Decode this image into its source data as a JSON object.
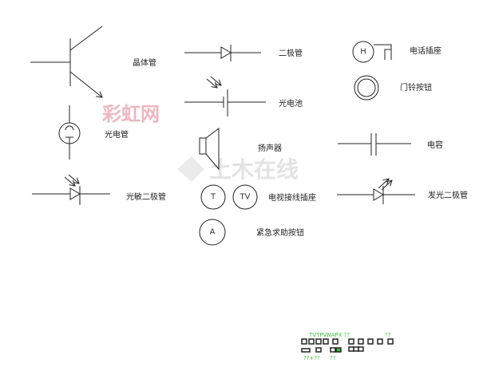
{
  "labels": {
    "transistor": "晶体管",
    "diode": "二极管",
    "photocell": "光电池",
    "phototube": "光电管",
    "speaker": "扬声器",
    "photodiode": "光敏二极管",
    "tv_socket": "电视接线插座",
    "emergency_button": "紧急求助按钮",
    "phone_socket": "电话插座",
    "doorbell_button": "门铃按钮",
    "capacitor": "电容",
    "led": "发光二极管"
  },
  "symbol_letters": {
    "t": "T",
    "tv": "TV",
    "a": "A",
    "h": "H"
  },
  "watermarks": {
    "caihong": "彩虹网",
    "tumu": "土木在线"
  },
  "footer_text": {
    "line1": "TVTPVNAPX ??",
    "line1b": "??",
    "line3a": "??+??",
    "line3b": "??"
  },
  "colors": {
    "line": "#222222",
    "watermark_pink": "#e8a0a8",
    "footer_green": "#3cbf3c"
  }
}
